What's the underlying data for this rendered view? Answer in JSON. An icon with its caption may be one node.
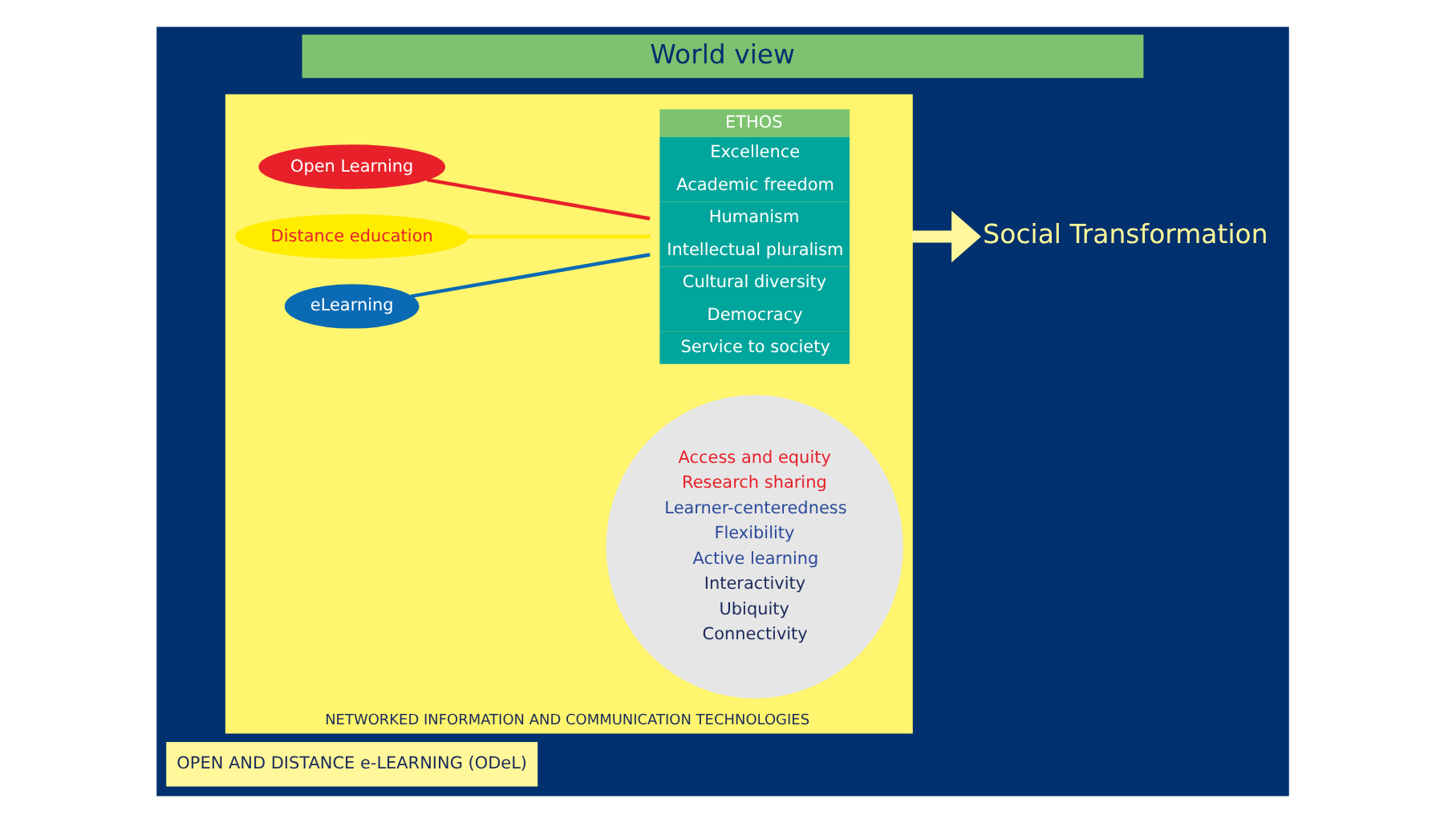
{
  "diagram": {
    "nodes": [
      {
        "text": [
          "World view"
        ]
      },
      {
        "text": [
          "OPEN AND DISTANCE e-LEARNING (ODeL)"
        ],
        "in": 0
      },
      {
        "text": [
          "NETWORKED INFORMATION AND COMMUNICATION TECHNOLOGIES"
        ],
        "in": 0
      },
      {
        "text": [
          "Access and equity",
          "Research sharing",
          "Learner-centeredness",
          "Flexibility",
          "Active learning",
          "Interactivity",
          "Ubiquity",
          "Connectivity"
        ],
        "in": 2
      },
      {
        "text": [
          "Open Learning"
        ],
        "in": 2
      },
      {
        "text": [
          "Distance education"
        ],
        "in": 2
      },
      {
        "text": [
          "eLearning"
        ],
        "in": 2
      },
      {
        "text": [
          "ETHOS",
          "Excellence",
          "Academic freedom",
          "Humanism",
          "Intellectual pluralism",
          "Cultural diversity",
          "Democracy",
          "Service to society"
        ],
        "in": 2
      },
      {
        "text": [
          "Social Transformation"
        ],
        "in": 0
      }
    ],
    "edges": [
      {
        "from": 4,
        "to": 7,
        "arrow": "none",
        "color": "#e8202a"
      },
      {
        "from": 5,
        "to": 7,
        "arrow": "none",
        "color": "#ffed00"
      },
      {
        "from": 6,
        "to": 7,
        "arrow": "none",
        "color": "#0a6ab4"
      },
      {
        "from": 2,
        "to": 8,
        "arrow": "to",
        "style": "thick",
        "color": "#fff799"
      }
    ]
  }
}
